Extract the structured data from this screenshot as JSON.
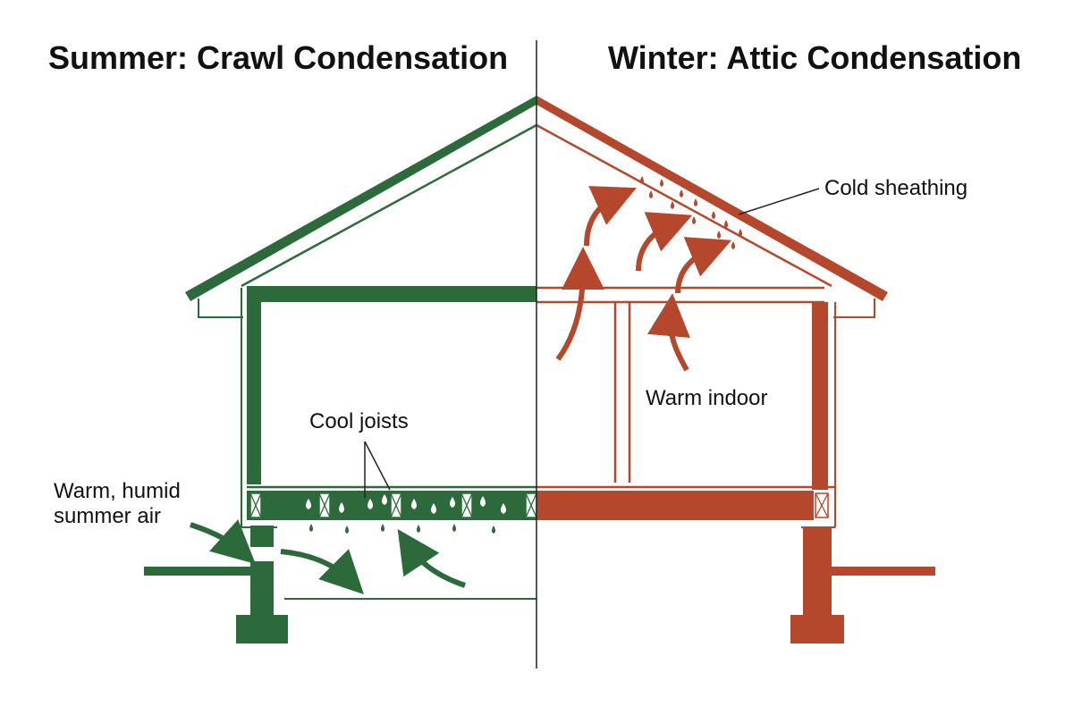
{
  "titles": {
    "summer": "Summer: Crawl Condensation",
    "winter": "Winter: Attic Condensation"
  },
  "labels": {
    "cold_sheathing": "Cold sheathing",
    "warm_indoor": "Warm indoor",
    "cool_joists": "Cool joists",
    "warm_humid_line1": "Warm, humid",
    "warm_humid_line2": "summer air"
  },
  "colors": {
    "summer": "#2c6a3c",
    "winter": "#b5472c",
    "text": "#111111",
    "line": "#222222"
  }
}
